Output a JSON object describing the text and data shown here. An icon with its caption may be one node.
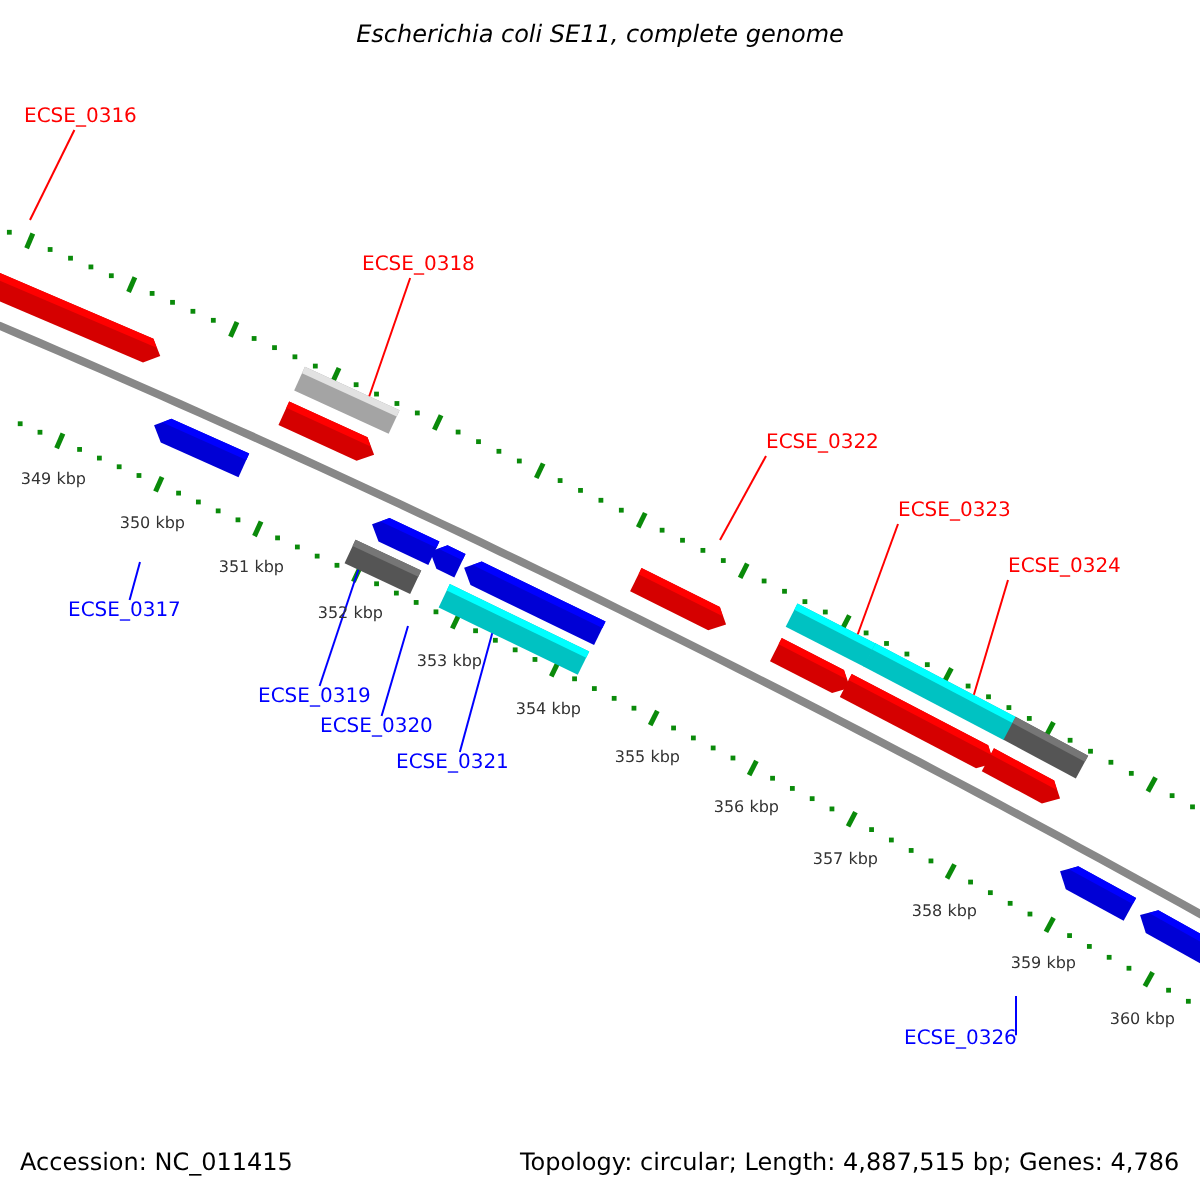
{
  "diagram": {
    "title": "Escherichia coli SE11, complete genome",
    "nodes": [
      {
        "text": [
          "ECSE_0316"
        ]
      },
      {
        "text": [
          "ECSE_0318"
        ]
      },
      {
        "text": [
          "ECSE_0322"
        ]
      },
      {
        "text": [
          "ECSE_0323"
        ]
      },
      {
        "text": [
          "ECSE_0324"
        ]
      },
      {
        "text": [
          "ECSE_0317"
        ]
      },
      {
        "text": [
          "ECSE_0319"
        ]
      },
      {
        "text": [
          "ECSE_0320"
        ]
      },
      {
        "text": [
          "ECSE_0321"
        ]
      },
      {
        "text": [
          "ECSE_0326"
        ]
      },
      {
        "text": [],
        "shape": "arrow"
      },
      {
        "text": [],
        "shape": "bar"
      },
      {
        "text": [],
        "shape": "arrow"
      },
      {
        "text": [],
        "shape": "arrow"
      },
      {
        "text": [],
        "shape": "arrow"
      },
      {
        "text": [],
        "shape": "arrow"
      },
      {
        "text": [],
        "shape": "bar"
      },
      {
        "text": [],
        "shape": "arrow"
      },
      {
        "text": [],
        "shape": "arrow"
      },
      {
        "text": [],
        "shape": "bar"
      },
      {
        "text": [],
        "shape": "bar"
      },
      {
        "text": [],
        "shape": "arrow"
      },
      {
        "text": [],
        "shape": "bar"
      },
      {
        "text": [],
        "shape": "arrow"
      },
      {
        "text": [],
        "shape": "bar"
      },
      {
        "text": [],
        "shape": "arrow"
      },
      {
        "text": [],
        "shape": "arrow"
      },
      {
        "text": [],
        "shape": "arrow"
      }
    ],
    "edges": [
      {
        "from": 0,
        "to": null,
        "arrow": "none",
        "color": "#ff0000"
      },
      {
        "from": 1,
        "to": 11,
        "arrow": "none",
        "color": "#ff0000"
      },
      {
        "from": 2,
        "to": null,
        "arrow": "none",
        "color": "#ff0000"
      },
      {
        "from": 3,
        "to": 20,
        "arrow": "none",
        "color": "#ff0000"
      },
      {
        "from": 4,
        "to": 22,
        "arrow": "none",
        "color": "#ff0000"
      },
      {
        "from": 5,
        "to": null,
        "arrow": "none",
        "color": "#0000ff"
      },
      {
        "from": 6,
        "to": 16,
        "arrow": "none",
        "color": "#0000ff"
      },
      {
        "from": 7,
        "to": null,
        "arrow": "none",
        "color": "#0000ff"
      },
      {
        "from": 8,
        "to": 19,
        "arrow": "none",
        "color": "#0000ff"
      },
      {
        "from": 9,
        "to": null,
        "arrow": "none",
        "color": "#0000ff"
      }
    ],
    "labels": [
      "349 kbp",
      "350 kbp",
      "351 kbp",
      "352 kbp",
      "353 kbp",
      "354 kbp",
      "355 kbp",
      "356 kbp",
      "357 kbp",
      "358 kbp",
      "359 kbp",
      "360 kbp",
      "Accession: NC_011415",
      "Topology: circular; Length: 4,887,515 bp; Genes: 4,786"
    ]
  }
}
